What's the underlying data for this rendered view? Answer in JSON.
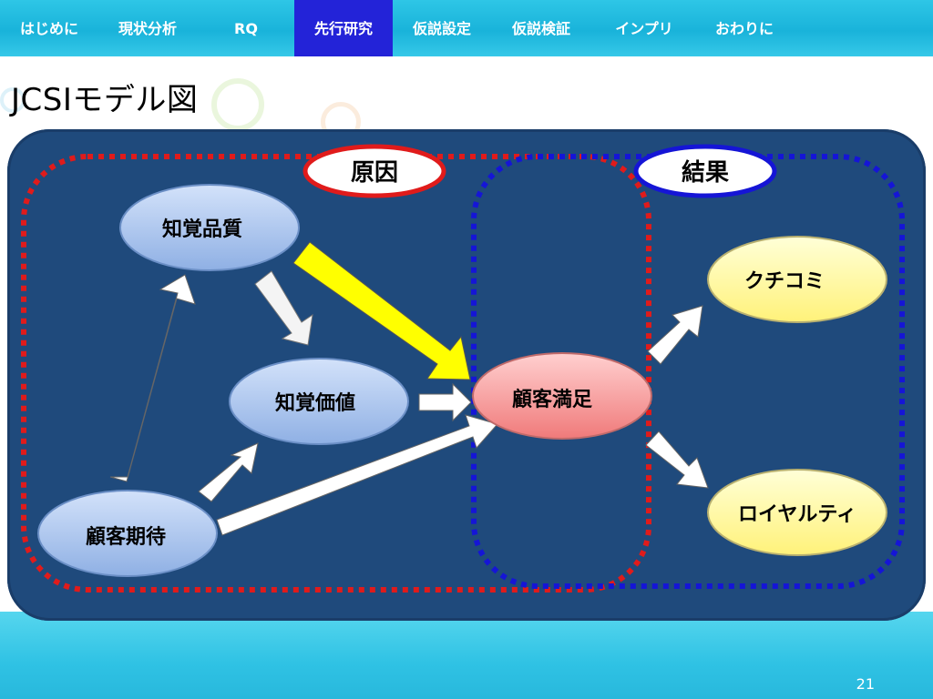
{
  "nav": {
    "items": [
      {
        "label": "はじめに",
        "active": false
      },
      {
        "label": "現状分析",
        "active": false
      },
      {
        "label": "RQ",
        "active": false
      },
      {
        "label": "先行研究",
        "active": true
      },
      {
        "label": "仮説設定",
        "active": false
      },
      {
        "label": "仮説検証",
        "active": false
      },
      {
        "label": "インプリ",
        "active": false
      },
      {
        "label": "おわりに",
        "active": false
      }
    ]
  },
  "slide": {
    "title": "JCSIモデル図",
    "page_number": "21"
  },
  "diagram": {
    "cause_label": "原因",
    "result_label": "結果",
    "nodes": {
      "perceived_quality": "知覚品質",
      "perceived_value": "知覚価値",
      "customer_expectation": "顧客期待",
      "customer_satisfaction": "顧客満足",
      "word_of_mouth": "クチコミ",
      "loyalty": "ロイヤルティ"
    }
  },
  "colors": {
    "nav_bg": "#19b3da",
    "nav_active": "#2323d8",
    "panel_bg": "#1f4a7c",
    "cause_border": "#e01b1b",
    "result_border": "#1515d6",
    "highlight_arrow": "#ffff00",
    "satisfaction_fill": "#f58a8a",
    "outcome_fill": "#ffff99",
    "driver_fill": "#a9c4ee"
  }
}
